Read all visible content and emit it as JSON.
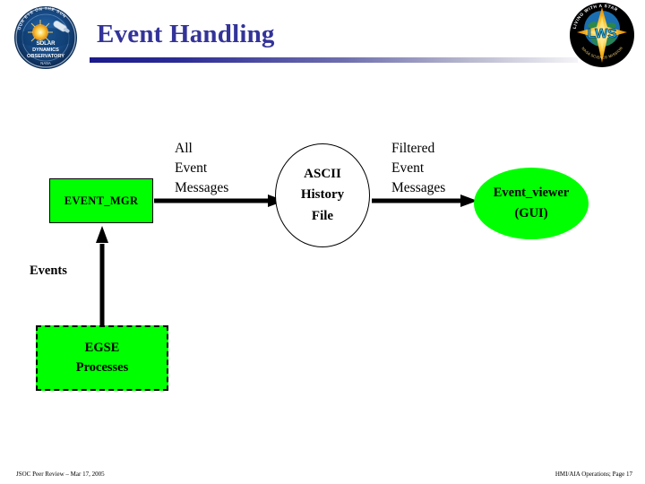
{
  "header": {
    "title": "Event Handling",
    "title_color": "#333399",
    "logo_left": "sdo-solar-dynamics-observatory-logo",
    "logo_right": "lws-living-with-a-star-logo",
    "rule_gradient_from": "#1a1a8c",
    "rule_gradient_to": "#f4f4f7"
  },
  "diagram": {
    "type": "flow",
    "accent_green": "#00ff00",
    "nodes": [
      {
        "id": "event-mgr",
        "shape": "rectangle",
        "label": "EVENT_MGR",
        "fill": "#00ff00",
        "border": "solid"
      },
      {
        "id": "ascii-history-file",
        "shape": "ellipse",
        "line1": "ASCII",
        "line2": "History",
        "line3": "File",
        "fill": "#ffffff",
        "border": "solid"
      },
      {
        "id": "event-viewer",
        "shape": "ellipse",
        "line1": "Event_viewer",
        "line2": "(GUI)",
        "fill": "#00ff00",
        "border": "none"
      },
      {
        "id": "egse-processes",
        "shape": "rectangle",
        "line1": "EGSE",
        "line2": "Processes",
        "fill": "#00ff00",
        "border": "dashed"
      }
    ],
    "edges": [
      {
        "id": "event-mgr-to-ascii",
        "from": "event-mgr",
        "to": "ascii-history-file",
        "direction": "right",
        "label_line1": "All",
        "label_line2": "Event",
        "label_line3": "Messages"
      },
      {
        "id": "ascii-to-event-viewer",
        "from": "ascii-history-file",
        "to": "event-viewer",
        "direction": "right",
        "label_line1": "Filtered",
        "label_line2": "Event",
        "label_line3": "Messages"
      },
      {
        "id": "egse-to-event-mgr",
        "from": "egse-processes",
        "to": "event-mgr",
        "direction": "up",
        "label_line1": "Events"
      }
    ]
  },
  "footer": {
    "left": "JSOC Peer Review – Mar 17, 2005",
    "right": "HMI/AIA Operations; Page 17"
  }
}
